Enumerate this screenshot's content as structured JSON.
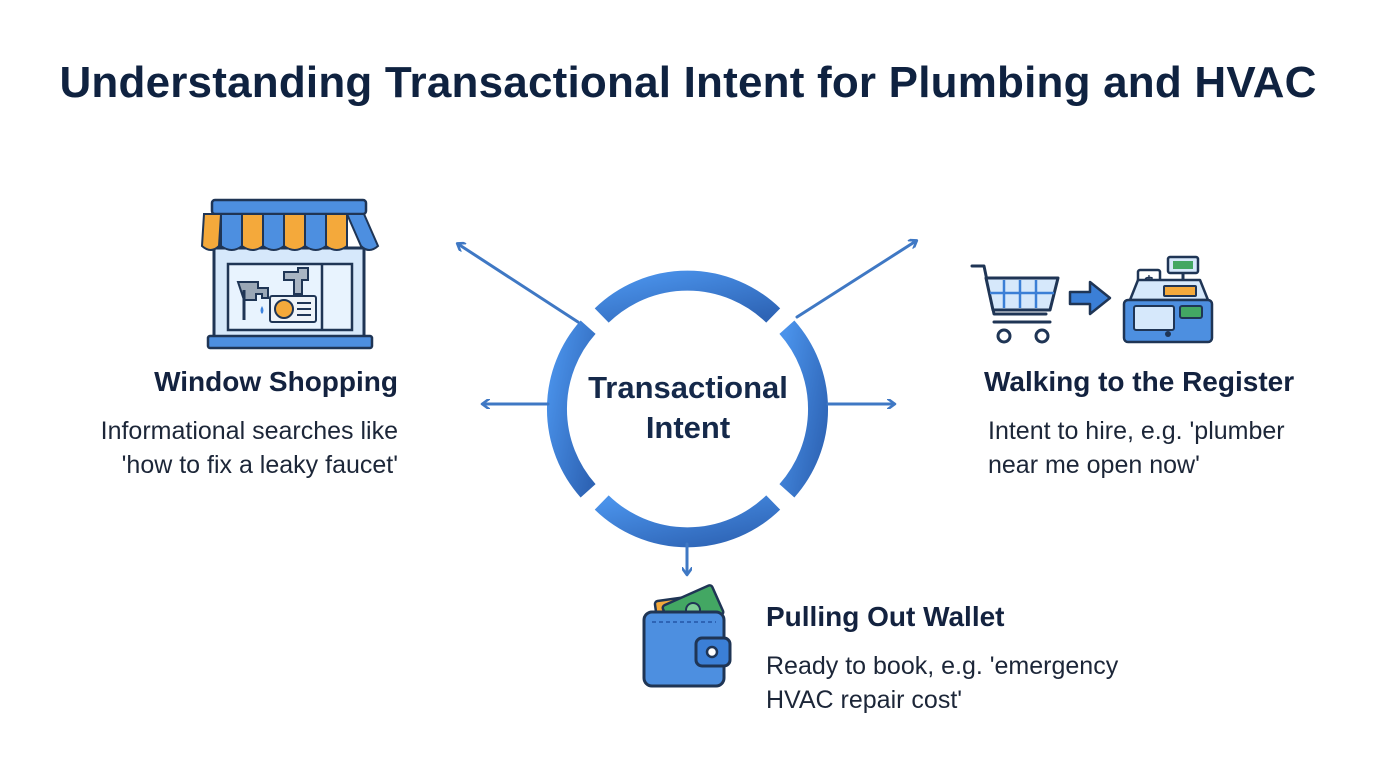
{
  "title": "Understanding Transactional Intent for Plumbing and HVAC",
  "center": {
    "line1": "Transactional",
    "line2": "Intent"
  },
  "stages": {
    "left": {
      "heading": "Window Shopping",
      "desc_line1": "Informational searches like",
      "desc_line2": "'how to fix a leaky faucet'",
      "icon": "storefront-icon"
    },
    "right": {
      "heading": "Walking to the Register",
      "desc_line1": "Intent to hire, e.g. 'plumber",
      "desc_line2": "near me open now'",
      "icon": "cart-to-register-icon"
    },
    "bottom": {
      "heading": "Pulling Out Wallet",
      "desc_line1": "Ready to book, e.g. 'emergency",
      "desc_line2": "HVAC repair cost'",
      "icon": "wallet-icon"
    }
  },
  "colors": {
    "ring": "#3b7fd6",
    "arrow": "#3f78c4",
    "title": "#0f2240",
    "icon_blue": "#4d8fe0",
    "icon_orange": "#f4a93b",
    "money_green": "#43a763"
  }
}
